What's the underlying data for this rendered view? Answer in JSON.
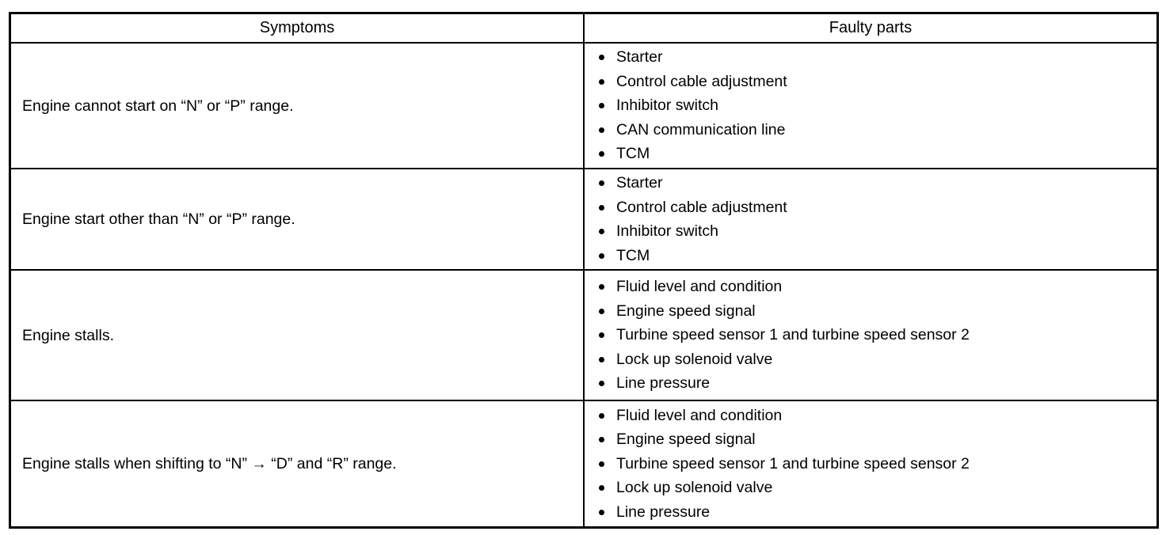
{
  "colors": {
    "border": "#000000",
    "background": "#ffffff",
    "text": "#000000"
  },
  "table": {
    "headers": {
      "symptoms": "Symptoms",
      "faulty_parts": "Faulty parts"
    },
    "rows": [
      {
        "symptom": "Engine cannot start on “N” or “P” range.",
        "parts": [
          "Starter",
          "Control cable adjustment",
          "Inhibitor switch",
          "CAN communication line",
          "TCM"
        ]
      },
      {
        "symptom": "Engine start other than “N” or “P” range.",
        "parts": [
          "Starter",
          "Control cable adjustment",
          "Inhibitor switch",
          "TCM"
        ]
      },
      {
        "symptom": "Engine stalls.",
        "parts": [
          "Fluid level and condition",
          "Engine speed signal",
          "Turbine speed sensor 1 and turbine speed sensor 2",
          "Lock up solenoid valve",
          "Line pressure"
        ]
      },
      {
        "symptom": "Engine stalls when shifting to “N” → “D” and “R” range.",
        "parts": [
          "Fluid level and condition",
          "Engine speed signal",
          "Turbine speed sensor 1 and turbine speed sensor 2",
          "Lock up solenoid valve",
          "Line pressure"
        ]
      }
    ]
  }
}
